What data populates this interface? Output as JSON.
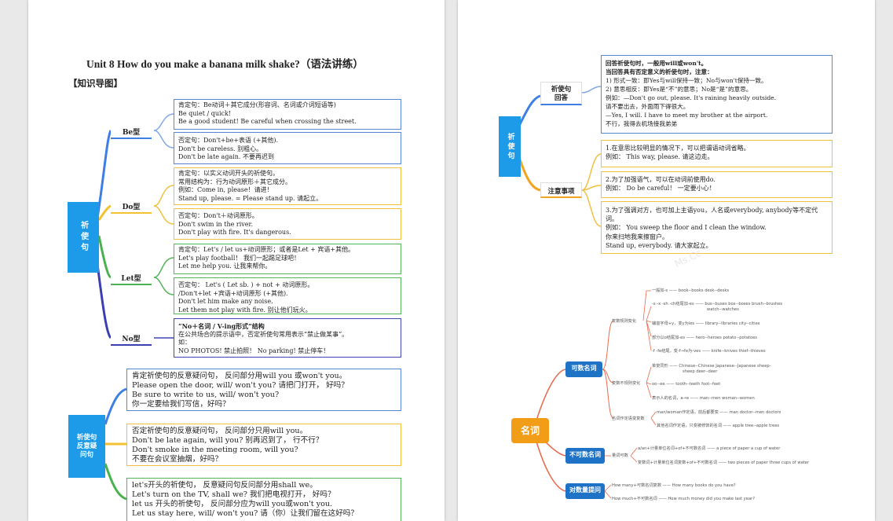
{
  "left_page": {
    "title": "Unit 8    How do you make a banana milk shake?（语法讲练）",
    "section": "【知识导图】",
    "root": "祈使句",
    "branches": [
      {
        "label": "Be型",
        "boxes": [
          [
            "肯定句：Be动词＋其它成分(形容词、名词或介词短语等)",
            "Be quiet / quick!",
            "Be a good student! Be careful when crossing the street."
          ],
          [
            "否定句：Don't+be+表语 (+其他).",
            "Don't be careless. 别粗心。",
            "Don't be late again. 不要再迟到"
          ]
        ]
      },
      {
        "label": "Do型",
        "boxes": [
          [
            "肯定句：以实义动词开头的祈使句。",
            "常用结构为：行为动词原形＋其它成分。",
            "例如：Come in, please！请进！",
            "Stand up, please. = Please stand up.  请起立。"
          ],
          [
            "否定句：Don't＋动词原形。",
            "Don't swim in the river.",
            "Don't play with fire. It's dangerous."
          ]
        ]
      },
      {
        "label": "Let型",
        "boxes": [
          [
            "肯定句：Let's / let us+动词原形；或者是Let + 宾语+其他。",
            "Let's play football！ 我们一起踢足球吧！",
            "Let me help you. 让我来帮你。"
          ],
          [
            "否定句：  Let's ( Let sb. ) + not + 动词原形。",
            "                /Don't+let +宾语+动词原形 (+其他).",
            "Don't let him make any noise.",
            "Let them not play with fire. 别让他们玩火。"
          ]
        ]
      },
      {
        "label": "No型",
        "boxes": [
          [
            "“No＋名词 / V-ing形式”结构",
            "在公共场合的提示语中，否定祈使句常用表示“禁止做某事”。",
            "如：",
            "NO PHOTOS! 禁止拍照！ No parking! 禁止停车！"
          ]
        ]
      }
    ],
    "tag_root": "祈使句反意疑问句",
    "tag_boxes": [
      [
        "肯定祈使句的反意疑问句，  反问部分用will you 或won't you。",
        "Please open the door, will/ won't you?  请把门打开，  好吗？",
        "Be sure to write to us, will/ won't you?",
        "你一定要给我们写信，好吗？"
      ],
      [
        "否定祈使句的反意疑问句，  反问部分只用will you。",
        "Don't be late again, will you? 别再迟到了，  行不行？",
        "Don't smoke in the meeting room, will you?",
        "不要在会议室抽烟，好吗？"
      ],
      [
        "let's开头的祈使句，  反意疑问句反问部分用shall we。",
        " Let's turn on the TV, shall we? 我们把电视打开，  好吗？",
        "let us 开头的祈使句，  反问部分应为will you或won't you.",
        "Let us stay here, will/ won't you? 请（你）让我们留在这好吗？"
      ]
    ]
  },
  "right_page": {
    "root": "祈使句",
    "answer_label": "祈使句回答",
    "answer_box": [
      "回答祈使句时，一般用will或won't。",
      "当回答具有否定意义的祈使句时，注意：",
      "1) 形式一致：即Yes与will保持一致；No与won't保持一致。",
      "2) 意思相反：即Yes是“不”的意思；No是“是”的意思。",
      "例如：—Don't go out, please. It's raining heavily outside.",
      "请不要出去，外面雨下得很大。",
      "—Yes, I will. I have to meet my brother at the airport.",
      "不行，我得去机场接我弟弟"
    ],
    "notes_label": "注意事项",
    "notes": [
      [
        "1.在意思比较明显的情况下，可以把谓语动词省略。",
        "例如：  This way, please. 请这边走。"
      ],
      [
        "2.为了加强语气，可以在动词前使用do.",
        "例如：  Do be careful！  一定要小心！"
      ],
      [
        "3.为了强调对方，也可加上主语you，人名或everybody, anybody等不定代词。",
        "例如：  You sweep the floor and I clean the window.",
        " 你来扫地我来擦窗户。",
        "Stand up, everybody. 请大家起立。"
      ]
    ],
    "watermark": "Ms.Cc",
    "noun_map": {
      "root": "名词",
      "countable": "可数名词",
      "uncountable": "不可数名词",
      "quantity": "对数量提问",
      "rules_label": "复数规则变化",
      "irregular_label": "复数不规则变化",
      "attributive_label": "名词作定语变复数",
      "rules": [
        "一般加-s —— book--books    desk--desks",
        "-s -x -sh -ch结尾加-es —— bus--buses    box--boxes    brush--brushes",
        "watch--watches",
        "辅音字母+y，变y为ies —— library--libraries      city--cities",
        "部分以o结尾加-es —— hero--heroes      potato--potatoes",
        "-f -fe结尾，变-f→fe为-ves —— knife--knives      thief--thieves"
      ],
      "irregular": [
        "单复同形 —— Chinese--Chinese  Japanese--Japanese  sheep-",
        "sheep  deer--deer",
        "oo--ee —— tooth--teeth  foot--feet",
        "表示人的名词，a→e —— man--men    woman--women"
      ],
      "attributive": [
        "man/woman作定语，前后都要变 —— man doctor--men doctors",
        "其他名词作定语，只变被修饰的名词 —— apple tree--apple trees"
      ],
      "uncount": [
        "a/an+计量单位名词+of+不可数名词 —— a piece of paper   a cup of water",
        "量词可数",
        "复数词+计量单位名词复数+of+不可数名词 —— two pieces of paper  three cups of water"
      ],
      "questions": [
        "How many+可数名词复数 —— How many books do you have?",
        "How much+不可数名词 —— How much money did you make last year?"
      ]
    }
  }
}
